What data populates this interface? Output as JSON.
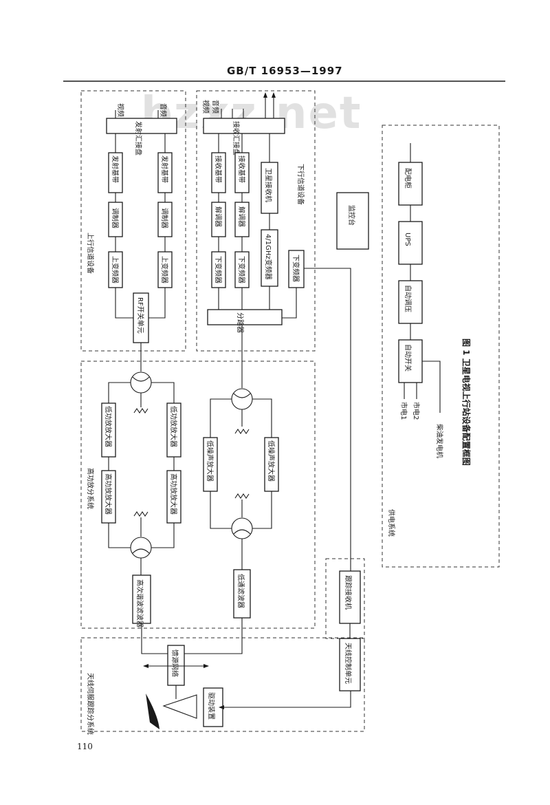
{
  "header": "GB/T 16953—1997",
  "watermark": "bzxz.net",
  "page_number": "110",
  "figure_caption": "图 1  卫星电视上行站设备配置框图",
  "groups": {
    "uplink": "上行信道设备",
    "downlink": "下行信道设备",
    "hpa": "高功放分系统",
    "antenna": "天线伺服跟踪分系统",
    "power": "供电系统"
  },
  "labels": {
    "video": "视频",
    "audio": "音频",
    "tx_hub": "发射汇接盘",
    "rx_hub": "接收汇接盘",
    "tx_base_1": "发射基带",
    "tx_base_2": "发射基带",
    "modulator_1": "调制器",
    "modulator_2": "调制器",
    "upconv_1": "上变频器",
    "upconv_2": "上变频器",
    "rf_switch": "RF开关单元",
    "rx_base_1": "接收基带",
    "rx_base_2": "接收基带",
    "sat_rx": "卫星接收机",
    "demod_1": "解调器",
    "demod_2": "解调器",
    "conv_4_1": "4/1GHz变频器",
    "downconv_1": "下变频器",
    "downconv_2": "下变频器",
    "downconv_3": "下变频器",
    "splitter": "分路器",
    "monitor": "监控台",
    "lpa_1": "低功放放大器",
    "lpa_2": "低功放放大器",
    "hpa_1": "高功放放大器",
    "hpa_2": "高功放放大器",
    "lna_1": "低噪声放大器",
    "lna_2": "低噪声放大器",
    "harmonic_filter": "高次谐波滤波器",
    "lowpass_filter": "低通滤波器",
    "feed": "馈源网络",
    "drive": "驱动装置",
    "tracking_rx": "跟踪接收机",
    "antenna_ctrl": "天线控制单元",
    "mains_1": "市电1",
    "mains_2": "市电2",
    "generator": "柴油发电机",
    "auto_switch": "自动开关",
    "auto_regulator": "自动调压",
    "ups": "UPS",
    "distribution": "配电柜"
  }
}
